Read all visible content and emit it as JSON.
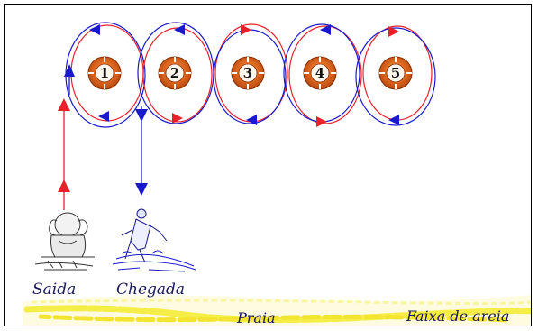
{
  "buoys": [
    {
      "number": "1"
    },
    {
      "number": "2"
    },
    {
      "number": "3"
    },
    {
      "number": "4"
    },
    {
      "number": "5"
    }
  ],
  "labels": {
    "start": "Saida",
    "finish": "Chegada",
    "beach": "Praia",
    "sand_strip": "Faixa de areia"
  },
  "colors": {
    "red_path": "#e8202a",
    "blue_path": "#1a1acc",
    "buoy_fill": "#e06a22",
    "sand": "#f5ee48",
    "text": "#1a1a5e"
  }
}
